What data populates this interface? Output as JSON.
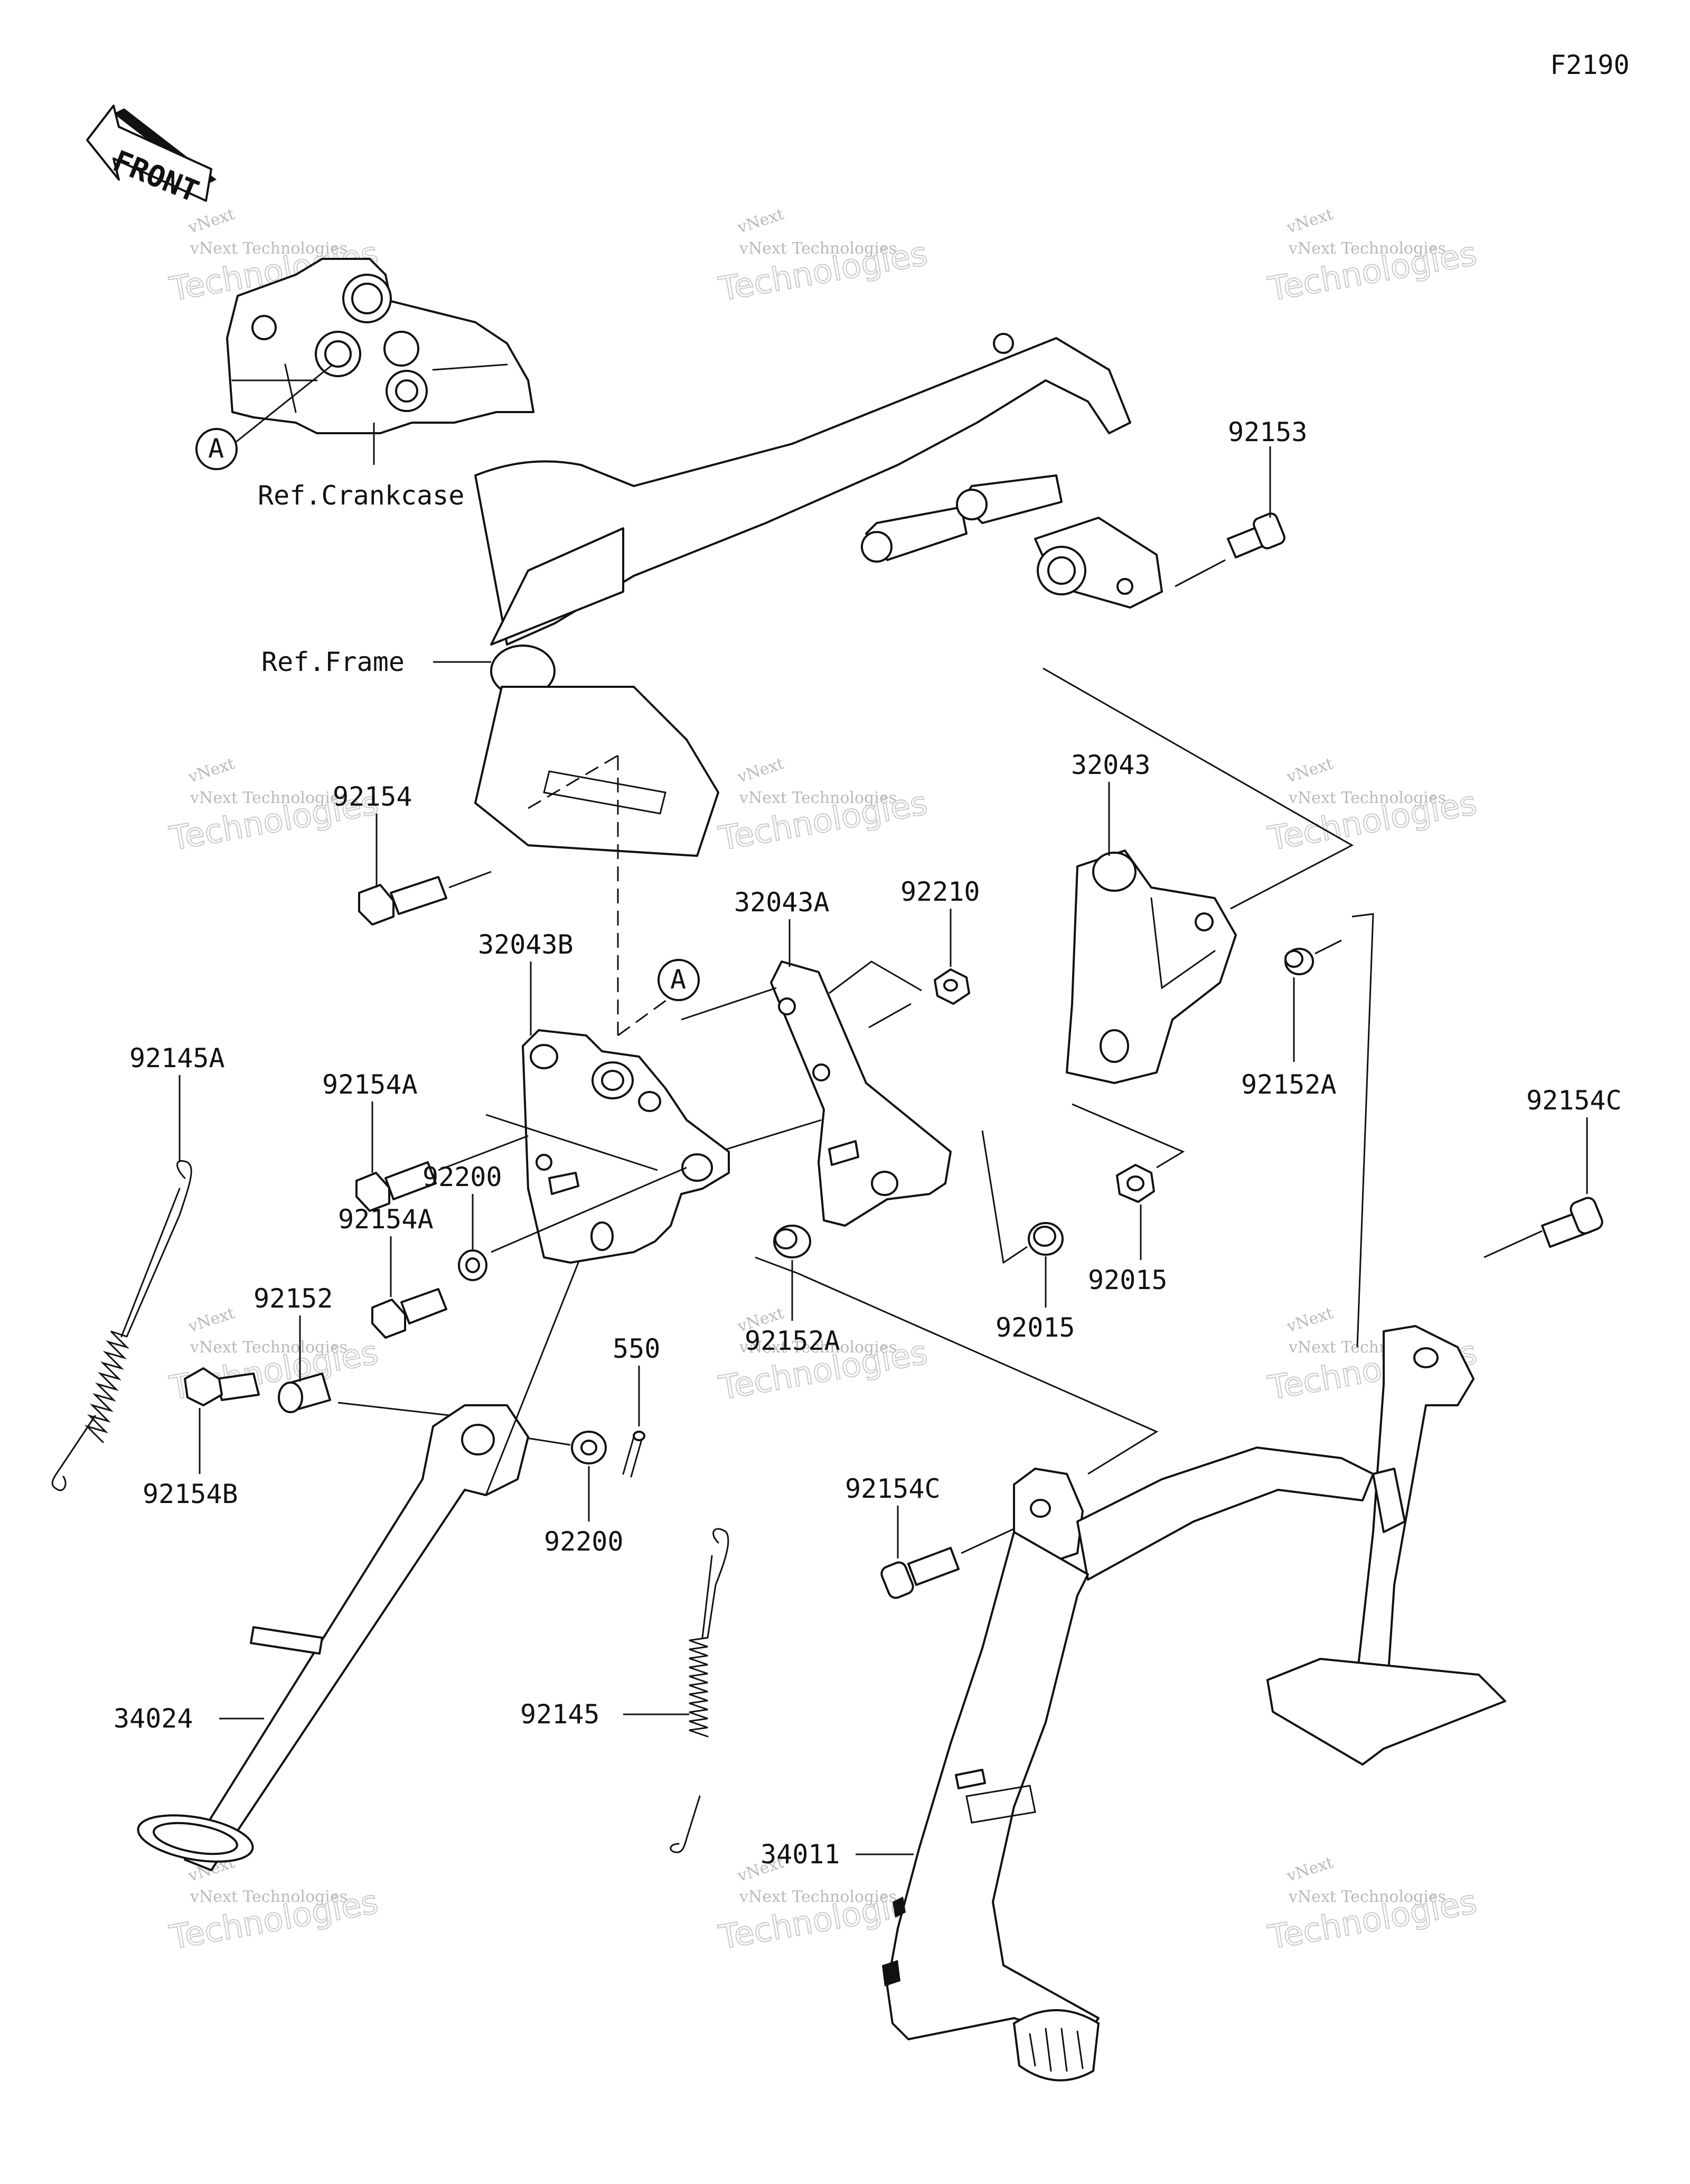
{
  "diagram": {
    "figure_code": "F2190",
    "front_arrow": "FRONT",
    "ref_labels": {
      "crankcase": "Ref.Crankcase",
      "frame": "Ref.Frame"
    },
    "circle_marker": "A",
    "parts": {
      "p92153": "92153",
      "p32043": "32043",
      "p92154": "92154",
      "p32043A": "32043A",
      "p92210": "92210",
      "p32043B": "32043B",
      "p92154A_top": "92154A",
      "p92152A_right": "92152A",
      "p92145A": "92145A",
      "p92200_top": "92200",
      "p92154C_right": "92154C",
      "p92154A_mid": "92154A",
      "p92015_right": "92015",
      "p92152": "92152",
      "p92015_center": "92015",
      "p92152A_center": "92152A",
      "p550": "550",
      "p92154B": "92154B",
      "p92154C_center": "92154C",
      "p92200_bottom": "92200",
      "p34024": "34024",
      "p92145": "92145",
      "p34011": "34011"
    },
    "watermark": {
      "brand": "vNext",
      "line": "vNext Technologies",
      "big": "Technologies"
    }
  }
}
